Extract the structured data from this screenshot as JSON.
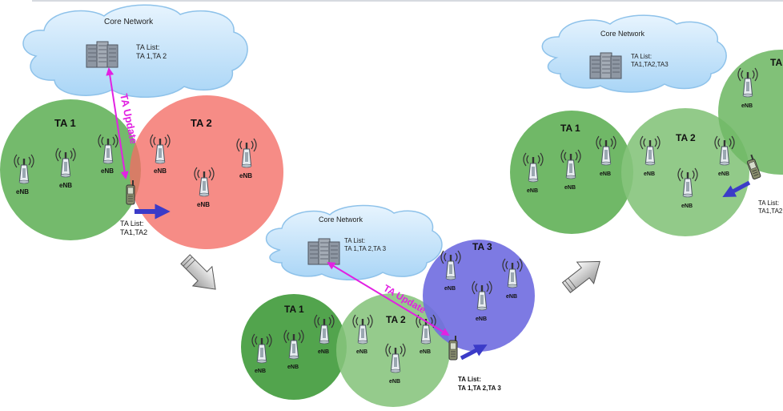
{
  "diagram": {
    "core_network_label": "Core Network",
    "enb_label": "eNB",
    "ta_update_label": "TA Update",
    "panels": {
      "left": {
        "cloud_ta_list": [
          "TA List:",
          "TA 1,TA 2"
        ],
        "ue_ta_list": [
          "TA List:",
          "TA1,TA2"
        ],
        "areas": [
          "TA 1",
          "TA 2"
        ]
      },
      "middle": {
        "cloud_ta_list": [
          "TA List:",
          "TA 1,TA 2,TA 3"
        ],
        "ue_ta_list": [
          "TA List:",
          "TA 1,TA 2,TA 3"
        ],
        "areas": [
          "TA 1",
          "TA 2",
          "TA 3"
        ]
      },
      "right": {
        "cloud_ta_list": [
          "TA List:",
          "TA1,TA2,TA3"
        ],
        "ue_ta_list": [
          "TA List:",
          "TA1,TA2"
        ],
        "areas": [
          "TA 1",
          "TA 2",
          "TA"
        ]
      }
    }
  },
  "colors": {
    "ta1_green": "#5cae52",
    "ta1_dark_green": "#3f9a3a",
    "ta2_red": "#f36b64",
    "ta2_light_green": "#86c47c",
    "ta3_blue": "#6f6be0",
    "cloud": "#bfe1fa",
    "cloud_stroke": "#8ec2ea",
    "ta_update": "#e221e2",
    "move_arrow": "#3b3bc8"
  }
}
